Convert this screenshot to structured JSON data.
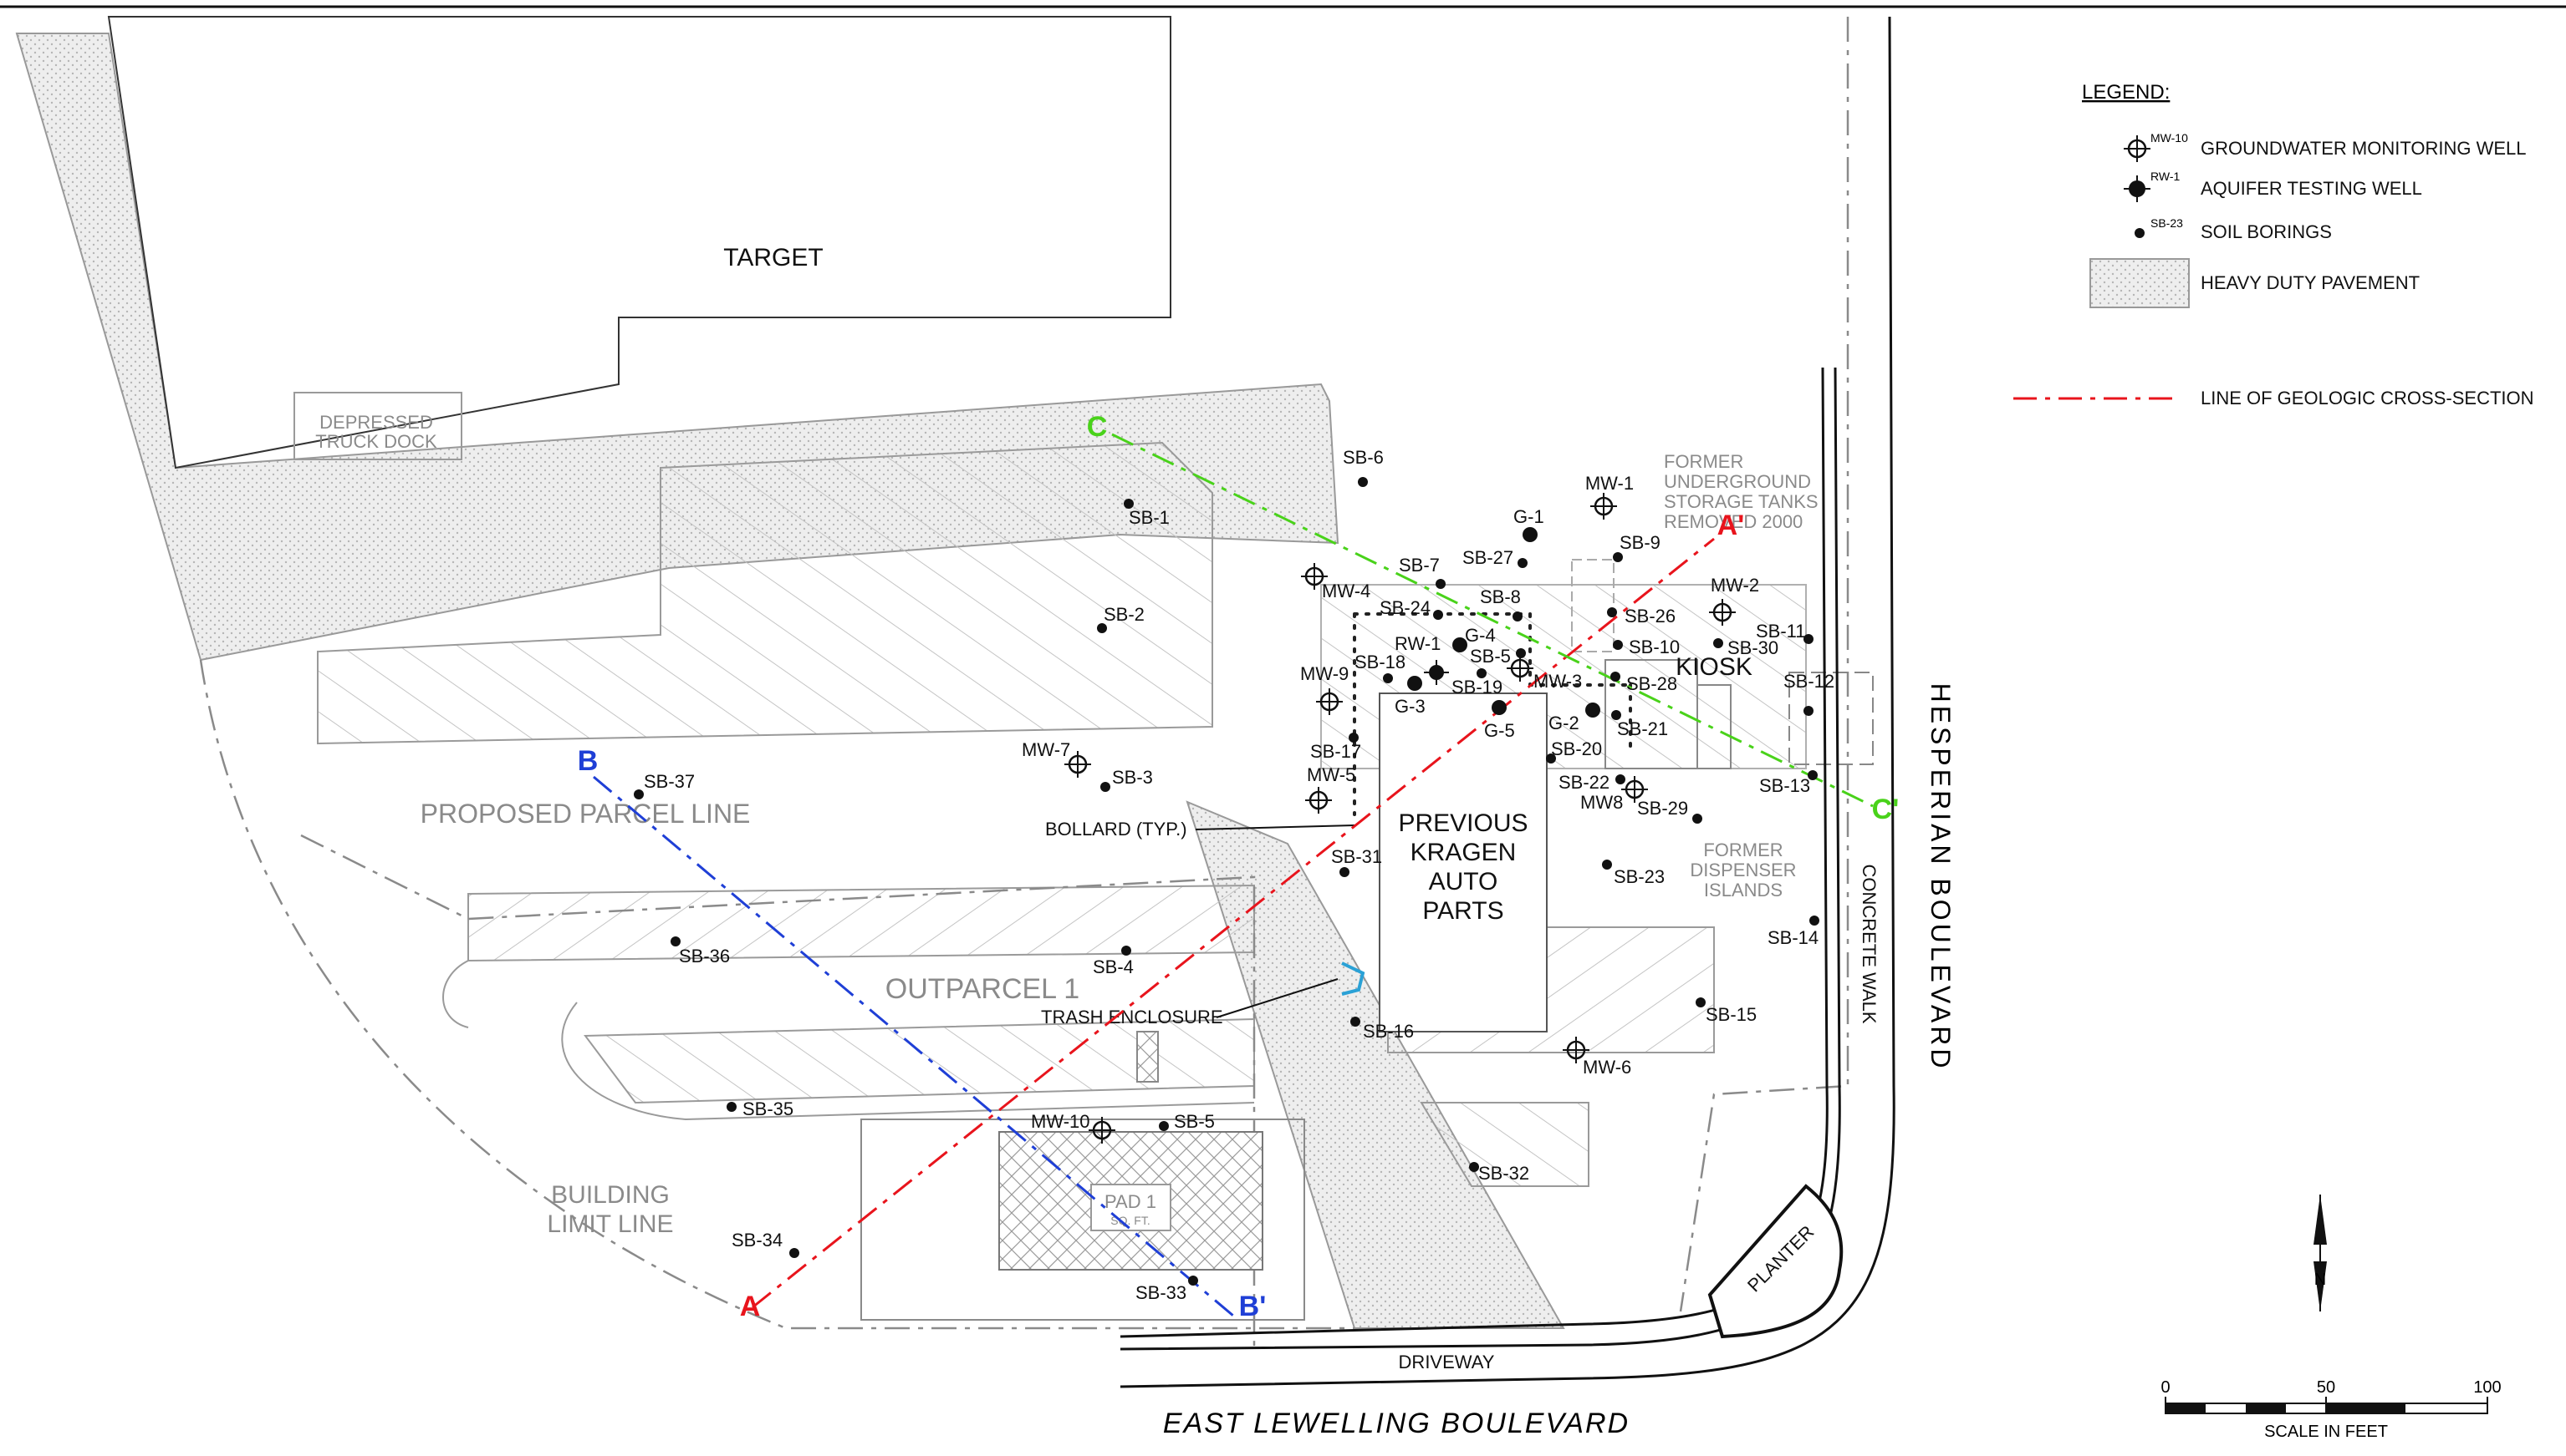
{
  "legend": {
    "title": "LEGEND:",
    "gw_well_tag": "MW-10",
    "gw_well": "GROUNDWATER MONITORING WELL",
    "aq_well_tag": "RW-1",
    "aq_well": "AQUIFER TESTING WELL",
    "soil_tag": "SB-23",
    "soil": "SOIL BORINGS",
    "pavement": "HEAVY DUTY PAVEMENT",
    "xsection": "LINE OF GEOLOGIC CROSS-SECTION"
  },
  "labels": {
    "target": "TARGET",
    "truck_dock_1": "DEPRESSED",
    "truck_dock_2": "TRUCK DOCK",
    "proposed_parcel": "PROPOSED PARCEL LINE",
    "outparcel": "OUTPARCEL 1",
    "building_limit_1": "BUILDING",
    "building_limit_2": "LIMIT LINE",
    "bollard": "BOLLARD (TYP.)",
    "trash": "TRASH ENCLOSURE",
    "kragen_1": "PREVIOUS",
    "kragen_2": "KRAGEN",
    "kragen_3": "AUTO",
    "kragen_4": "PARTS",
    "kiosk": "KIOSK",
    "ust_1": "FORMER",
    "ust_2": "UNDERGROUND",
    "ust_3": "STORAGE TANKS",
    "ust_4": "REMOVED 2000",
    "disp_1": "FORMER",
    "disp_2": "DISPENSER",
    "disp_3": "ISLANDS",
    "concrete_walk": "CONCRETE WALK",
    "planter": "PLANTER",
    "driveway": "DRIVEWAY",
    "pad_1": "PAD 1",
    "pad_2": "SQ. FT.",
    "hesperian": "HESPERIAN BOULEVARD",
    "lewelling": "EAST LEWELLING BOULEVARD"
  },
  "sections": {
    "a": "A",
    "a_prime": "A'",
    "b": "B",
    "b_prime": "B'",
    "c": "C",
    "c_prime": "C'",
    "colors": {
      "a": "#e8141c",
      "b": "#1f3fd6",
      "c": "#49d21a"
    }
  },
  "wells": {
    "mw1": "MW-1",
    "mw2": "MW-2",
    "mw3": "MW-3",
    "mw4": "MW-4",
    "mw5": "MW-5",
    "mw6": "MW-6",
    "mw7": "MW-7",
    "mw8": "MW8",
    "mw9": "MW-9",
    "mw10": "MW-10",
    "rw1": "RW-1"
  },
  "gprobes": {
    "g1": "G-1",
    "g2": "G-2",
    "g3": "G-3",
    "g4": "G-4",
    "g5": "G-5"
  },
  "borings": {
    "sb1": "SB-1",
    "sb2": "SB-2",
    "sb3": "SB-3",
    "sb4": "SB-4",
    "sb5": "SB-5",
    "sb5b": "SB-5",
    "sb6": "SB-6",
    "sb7": "SB-7",
    "sb8": "SB-8",
    "sb9": "SB-9",
    "sb10": "SB-10",
    "sb11": "SB-11",
    "sb12": "SB-12",
    "sb13": "SB-13",
    "sb14": "SB-14",
    "sb15": "SB-15",
    "sb16": "SB-16",
    "sb17": "SB-17",
    "sb18": "SB-18",
    "sb19": "SB-19",
    "sb20": "SB-20",
    "sb21": "SB-21",
    "sb22": "SB-22",
    "sb23": "SB-23",
    "sb24": "SB-24",
    "sb26": "SB-26",
    "sb27": "SB-27",
    "sb28": "SB-28",
    "sb29": "SB-29",
    "sb30": "SB-30",
    "sb31": "SB-31",
    "sb32": "SB-32",
    "sb33": "SB-33",
    "sb34": "SB-34",
    "sb35": "SB-35",
    "sb36": "SB-36",
    "sb37": "SB-37"
  },
  "scale": {
    "t0": "0",
    "t50": "50",
    "t100": "100",
    "label": "SCALE IN FEET",
    "north": "N"
  }
}
